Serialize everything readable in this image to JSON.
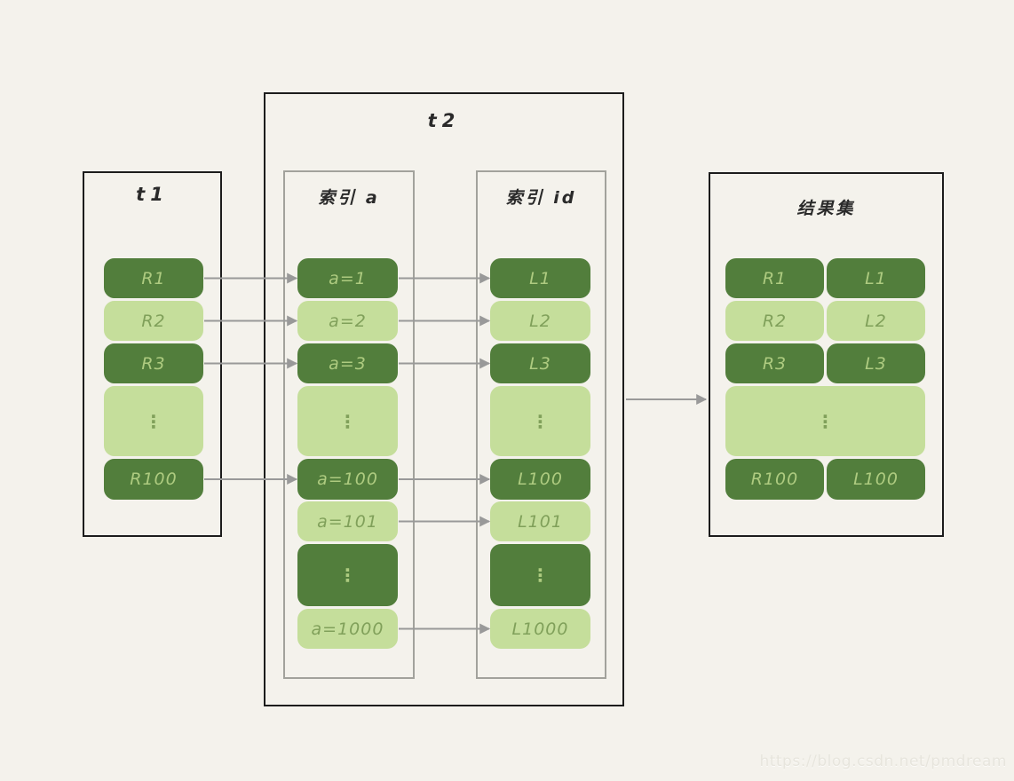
{
  "colors": {
    "background": "#f4f2ec",
    "dark_green_block": "#527e3c",
    "light_green_block": "#c5de9b",
    "text_on_dark": "#aecb80",
    "text_on_light": "#80a05a",
    "outer_border_black": "#1c1c1c",
    "inner_border_gray": "#a2a29c",
    "arrow_gray": "#999999",
    "title_text": "#2a2a2a"
  },
  "t1": {
    "title": "t1",
    "rows": [
      {
        "label": "R1"
      },
      {
        "label": "R2"
      },
      {
        "label": "R3"
      },
      {
        "label": "⋮"
      },
      {
        "label": "R100"
      }
    ]
  },
  "t2": {
    "title": "t2",
    "index_a": {
      "title": "索引 a",
      "rows": [
        {
          "label": "a=1"
        },
        {
          "label": "a=2"
        },
        {
          "label": "a=3"
        },
        {
          "label": "⋮"
        },
        {
          "label": "a=100"
        },
        {
          "label": "a=101"
        },
        {
          "label": "⋮"
        },
        {
          "label": "a=1000"
        }
      ]
    },
    "index_id": {
      "title": "索引 id",
      "rows": [
        {
          "label": "L1"
        },
        {
          "label": "L2"
        },
        {
          "label": "L3"
        },
        {
          "label": "⋮"
        },
        {
          "label": "L100"
        },
        {
          "label": "L101"
        },
        {
          "label": "⋮"
        },
        {
          "label": "L1000"
        }
      ]
    }
  },
  "result": {
    "title": "结果集",
    "rows": [
      {
        "left": "R1",
        "right": "L1"
      },
      {
        "left": "R2",
        "right": "L2"
      },
      {
        "left": "R3",
        "right": "L3"
      },
      {
        "dots": "⋮"
      },
      {
        "left": "R100",
        "right": "L100"
      }
    ]
  },
  "watermark": "https://blog.csdn.net/pmdream"
}
